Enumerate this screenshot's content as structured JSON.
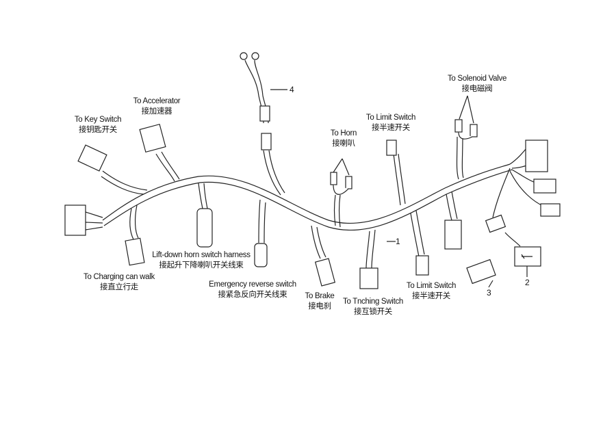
{
  "diagram": {
    "labels": [
      {
        "id": "key-switch",
        "en": "To Key Switch",
        "cn": "接钥匙开关"
      },
      {
        "id": "accelerator",
        "en": "To Accelerator",
        "cn": "接加速器"
      },
      {
        "id": "horn",
        "en": "To Horn",
        "cn": "接喇叭"
      },
      {
        "id": "limit-switch-top",
        "en": "To Limit Switch",
        "cn": "接半速开关"
      },
      {
        "id": "solenoid-valve",
        "en": "To Solenoid Valve",
        "cn": "接电磁阀"
      },
      {
        "id": "lift-down-horn",
        "en": "Lift-down horn switch harness",
        "cn": "接起升下降喇叭开关线束"
      },
      {
        "id": "charging-walk",
        "en": "To Charging can walk",
        "cn": "接直立行走"
      },
      {
        "id": "emergency-reverse",
        "en": "Emergency reverse switch",
        "cn": "接紧急反向开关线束"
      },
      {
        "id": "brake",
        "en": "To Brake",
        "cn": "接电刹"
      },
      {
        "id": "inching-switch",
        "en": "To  Tnching Switch",
        "cn": "接互锁开关"
      },
      {
        "id": "limit-switch-bottom",
        "en": "To Limit Switch",
        "cn": "接半速开关"
      }
    ],
    "part_numbers": [
      "1",
      "2",
      "3",
      "4"
    ]
  }
}
